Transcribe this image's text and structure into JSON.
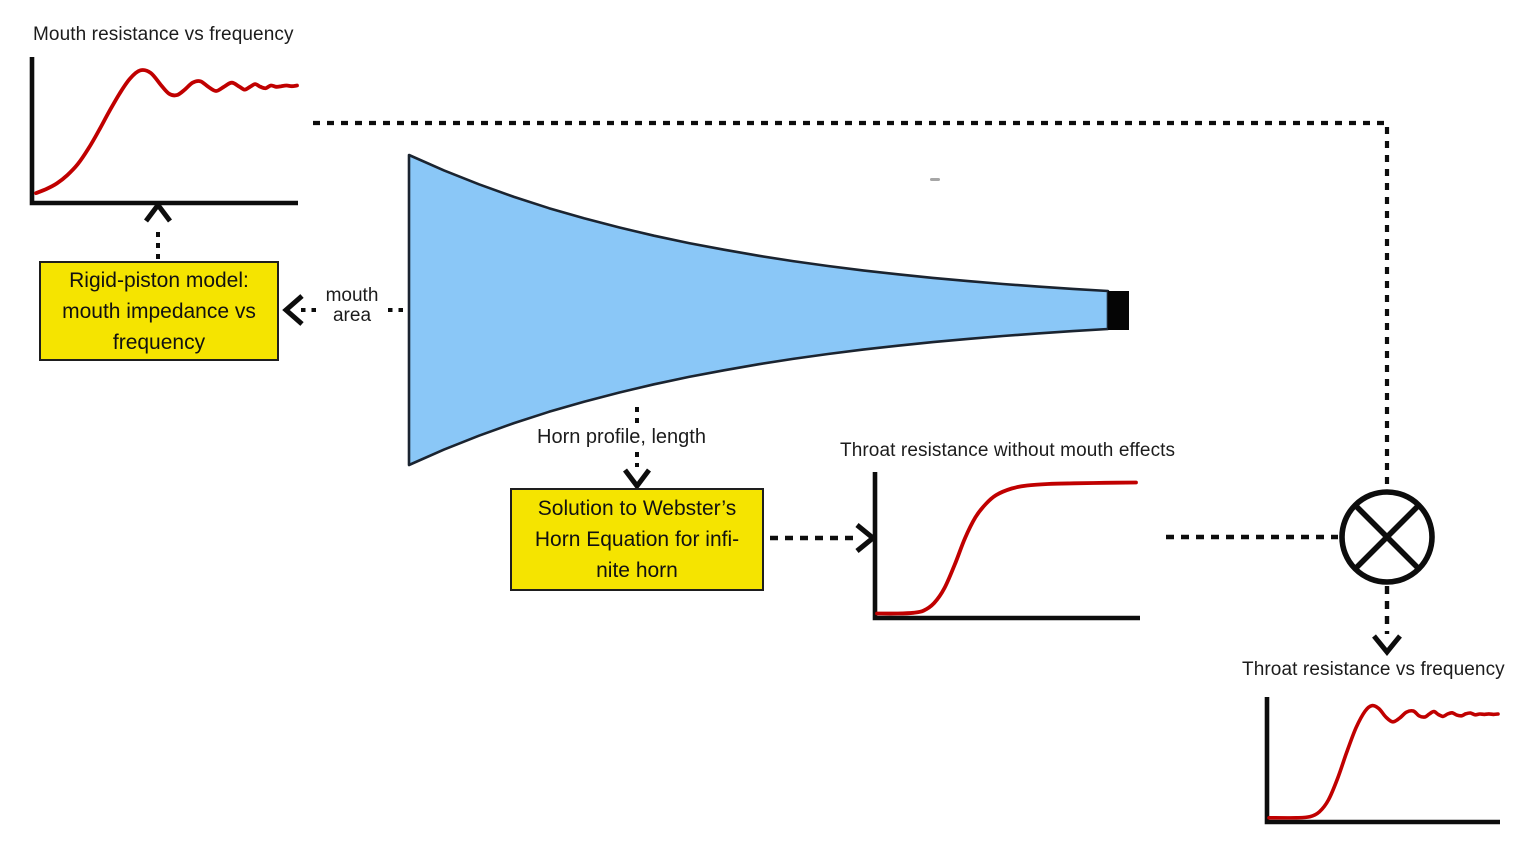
{
  "colors": {
    "curve_red": "#c00000",
    "horn_blue": "#8ac7f7",
    "box_yellow": "#f5e400",
    "ink_black": "#0d0d0d"
  },
  "diagram": {
    "mouth_chart": {
      "title": "Mouth resistance vs frequency"
    },
    "rigid_piston_box": {
      "line1": "Rigid-piston model:",
      "line2": "mouth impedance vs",
      "line3": "frequency"
    },
    "mouth_area_label": {
      "line1": "mouth",
      "line2": "area"
    },
    "horn_profile_label": "Horn profile, length",
    "webster_box": {
      "line1": "Solution to Webster’s",
      "line2": "Horn Equation for infi-",
      "line3": "nite horn"
    },
    "infinite_chart": {
      "title": "Throat resistance without mouth effects"
    },
    "final_chart": {
      "title": "Throat resistance vs frequency"
    },
    "multiplier": {
      "operation": "multiply"
    }
  },
  "chart_data": [
    {
      "id": "mouth_resistance",
      "type": "line",
      "title": "Mouth resistance vs frequency",
      "color": "#c00000",
      "axes": "bare L-shaped axes, no ticks or numeric labels",
      "description": "Rises from ~0, steep growth, overshoot peak then damped oscillation settling to a constant level",
      "x_range": [
        0,
        1
      ],
      "y_range": [
        0,
        1
      ],
      "samples": [
        [
          0,
          0.05
        ],
        [
          0.04,
          0.08
        ],
        [
          0.08,
          0.12
        ],
        [
          0.12,
          0.18
        ],
        [
          0.16,
          0.26
        ],
        [
          0.2,
          0.37
        ],
        [
          0.24,
          0.5
        ],
        [
          0.28,
          0.64
        ],
        [
          0.32,
          0.77
        ],
        [
          0.36,
          0.88
        ],
        [
          0.4,
          0.94
        ],
        [
          0.44,
          0.92
        ],
        [
          0.48,
          0.83
        ],
        [
          0.51,
          0.77
        ],
        [
          0.54,
          0.76
        ],
        [
          0.57,
          0.8
        ],
        [
          0.6,
          0.85
        ],
        [
          0.63,
          0.86
        ],
        [
          0.66,
          0.82
        ],
        [
          0.69,
          0.79
        ],
        [
          0.72,
          0.82
        ],
        [
          0.75,
          0.85
        ],
        [
          0.78,
          0.82
        ],
        [
          0.8,
          0.8
        ],
        [
          0.82,
          0.82
        ],
        [
          0.84,
          0.84
        ],
        [
          0.86,
          0.82
        ],
        [
          0.88,
          0.81
        ],
        [
          0.9,
          0.83
        ],
        [
          0.92,
          0.82
        ],
        [
          0.94,
          0.825
        ],
        [
          0.96,
          0.83
        ],
        [
          0.98,
          0.825
        ],
        [
          1,
          0.83
        ]
      ]
    },
    {
      "id": "throat_resistance_infinite_horn",
      "type": "line",
      "title": "Throat resistance without mouth effects",
      "color": "#c00000",
      "axes": "bare L-shaped axes, no ticks or numeric labels",
      "description": "Flat at zero below cutoff, smooth sigmoid rise, monotonic asymptote to constant level",
      "x_range": [
        0,
        1
      ],
      "y_range": [
        0,
        1
      ],
      "samples": [
        [
          0,
          0.01
        ],
        [
          0.08,
          0.01
        ],
        [
          0.14,
          0.015
        ],
        [
          0.18,
          0.03
        ],
        [
          0.22,
          0.08
        ],
        [
          0.26,
          0.18
        ],
        [
          0.3,
          0.34
        ],
        [
          0.34,
          0.52
        ],
        [
          0.38,
          0.66
        ],
        [
          0.42,
          0.75
        ],
        [
          0.46,
          0.81
        ],
        [
          0.52,
          0.855
        ],
        [
          0.58,
          0.875
        ],
        [
          0.66,
          0.885
        ],
        [
          0.76,
          0.89
        ],
        [
          0.88,
          0.893
        ],
        [
          1,
          0.895
        ]
      ]
    },
    {
      "id": "throat_resistance_vs_frequency",
      "type": "line",
      "title": "Throat resistance vs frequency",
      "color": "#c00000",
      "axes": "bare L-shaped axes, no ticks or numeric labels",
      "description": "Flat at zero below cutoff, sharp rise, overshoot with decaying ripple settling to constant level",
      "x_range": [
        0,
        1
      ],
      "y_range": [
        0,
        1
      ],
      "samples": [
        [
          0,
          0.01
        ],
        [
          0.12,
          0.01
        ],
        [
          0.18,
          0.02
        ],
        [
          0.22,
          0.06
        ],
        [
          0.26,
          0.16
        ],
        [
          0.3,
          0.34
        ],
        [
          0.34,
          0.56
        ],
        [
          0.38,
          0.76
        ],
        [
          0.42,
          0.9
        ],
        [
          0.45,
          0.945
        ],
        [
          0.48,
          0.92
        ],
        [
          0.51,
          0.85
        ],
        [
          0.54,
          0.81
        ],
        [
          0.57,
          0.84
        ],
        [
          0.6,
          0.89
        ],
        [
          0.63,
          0.9
        ],
        [
          0.655,
          0.86
        ],
        [
          0.68,
          0.85
        ],
        [
          0.7,
          0.875
        ],
        [
          0.72,
          0.895
        ],
        [
          0.74,
          0.87
        ],
        [
          0.76,
          0.855
        ],
        [
          0.78,
          0.875
        ],
        [
          0.8,
          0.885
        ],
        [
          0.82,
          0.866
        ],
        [
          0.84,
          0.86
        ],
        [
          0.86,
          0.877
        ],
        [
          0.88,
          0.883
        ],
        [
          0.9,
          0.868
        ],
        [
          0.92,
          0.875
        ],
        [
          0.94,
          0.872
        ],
        [
          0.96,
          0.876
        ],
        [
          0.98,
          0.872
        ],
        [
          1,
          0.875
        ]
      ]
    }
  ]
}
